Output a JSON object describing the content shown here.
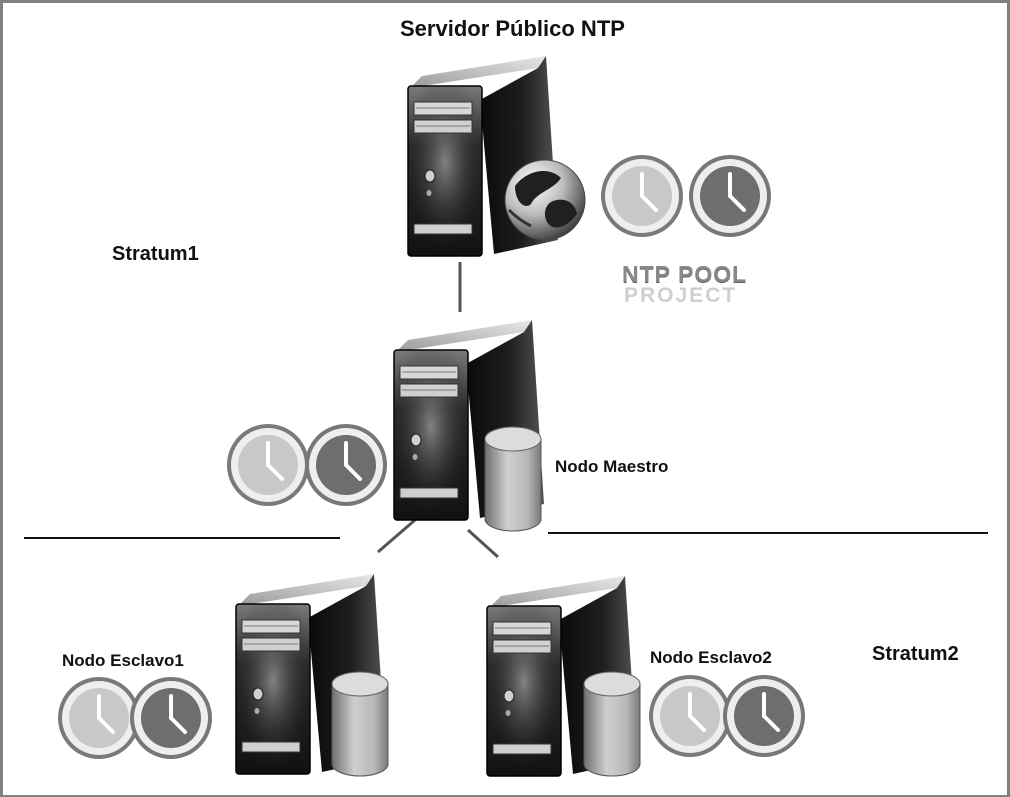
{
  "title": "Servidor Público NTP",
  "strata": [
    {
      "id": "stratum1",
      "label": "Stratum1"
    },
    {
      "id": "stratum2",
      "label": "Stratum2"
    }
  ],
  "nodes": [
    {
      "id": "nodo-maestro",
      "label": "Nodo Maestro"
    },
    {
      "id": "nodo-esclavo1",
      "label": "Nodo Esclavo1"
    },
    {
      "id": "nodo-esclavo2",
      "label": "Nodo Esclavo2"
    }
  ],
  "ntp_pool_logo": {
    "line1": "NTP POOL",
    "line2": "PROJECT"
  },
  "icons": [
    "server-tower-icon",
    "globe-icon",
    "clock-icon",
    "database-icon",
    "ntp-pool-logo"
  ],
  "colors": {
    "border": "#808080",
    "text": "#111111",
    "clock_light": "#c8c8c8",
    "clock_dark": "#6e6e6e"
  }
}
